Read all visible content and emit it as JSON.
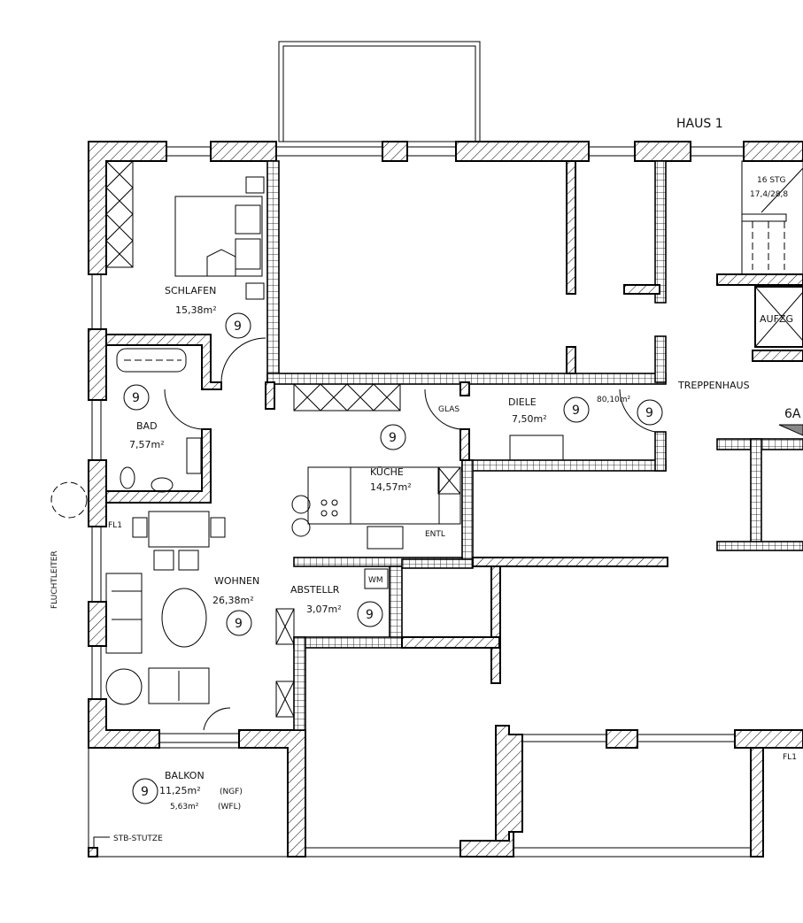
{
  "plan": {
    "building": "HAUS 1",
    "rooms": [
      {
        "name": "SCHLAFEN",
        "area": "15,38m²",
        "marker": "9"
      },
      {
        "name": "BAD",
        "area": "7,57m²",
        "marker": "9"
      },
      {
        "name": "KÜCHE",
        "area": "14,57m²",
        "marker": "9"
      },
      {
        "name": "DIELE",
        "area": "7,50m²",
        "marker": "9"
      },
      {
        "name": "",
        "area": "80,10m²",
        "marker": "9"
      },
      {
        "name": "WOHNEN",
        "area": "26,38m²",
        "marker": "9"
      },
      {
        "name": "ABSTELLR",
        "area": "3,07m²",
        "marker": "9"
      },
      {
        "name": "BALKON",
        "area": "11,25m²",
        "area_note": "(NGF)",
        "area2": "5,63m²",
        "area2_note": "(WFL)",
        "marker": "9"
      }
    ],
    "labels": {
      "treppenhaus": "TREPPENHAUS",
      "aufzug": "AUFZG",
      "stairs1": "16 STG",
      "stairs2": "17,4/28,8",
      "glas": "GLAS",
      "entl": "ENTL",
      "wm": "WM",
      "fl1_left": "FL1",
      "fl1_right": "FL1",
      "fluchtleiter": "FLUCHTLEITER",
      "stb_stutze": "STB-STUTZE",
      "level": "6A"
    }
  }
}
